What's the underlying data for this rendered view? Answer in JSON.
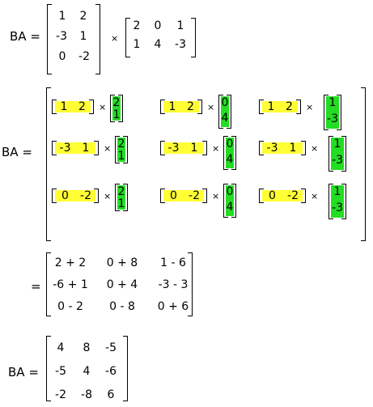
{
  "step1": {
    "lhs": "BA =",
    "times": "×",
    "matrix_b": [
      [
        "1",
        "2"
      ],
      [
        "-3",
        "1"
      ],
      [
        "0",
        "-2"
      ]
    ],
    "matrix_a": [
      [
        "2",
        "0",
        "1"
      ],
      [
        "1",
        "4",
        "-3"
      ]
    ]
  },
  "step2": {
    "lhs": "BA =",
    "times": "×",
    "row_vectors": [
      [
        "1",
        "2"
      ],
      [
        "-3",
        "1"
      ],
      [
        "0",
        "-2"
      ]
    ],
    "column_vectors": [
      [
        "2",
        "1"
      ],
      [
        "0",
        "4"
      ],
      [
        "1",
        "-3"
      ]
    ]
  },
  "step3": {
    "lhs": "=",
    "entries": [
      [
        "2 + 2",
        "0 + 8",
        "1 - 6"
      ],
      [
        "-6 + 1",
        "0 + 4",
        "-3 - 3"
      ],
      [
        "0 - 2",
        "0 - 8",
        "0 + 6"
      ]
    ]
  },
  "step4": {
    "lhs": "BA =",
    "result": [
      [
        "4",
        "8",
        "-5"
      ],
      [
        "-5",
        "4",
        "-6"
      ],
      [
        "-2",
        "-8",
        "6"
      ]
    ]
  },
  "colors": {
    "row_highlight": "#ffff33",
    "column_highlight": "#22dd22"
  }
}
